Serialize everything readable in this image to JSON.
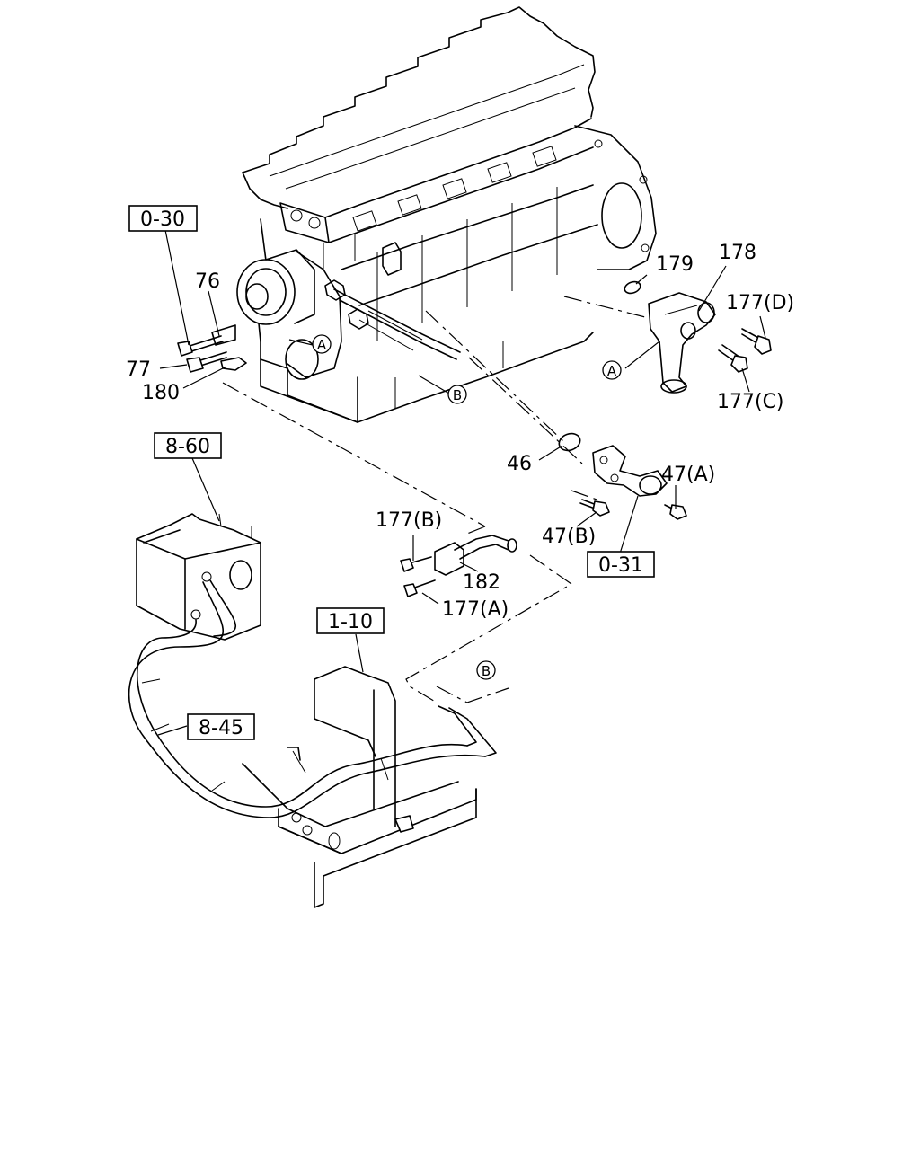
{
  "ref_boxes": {
    "r030": "0-30",
    "r860": "8-60",
    "r031": "0-31",
    "r110": "1-10",
    "r845": "8-45"
  },
  "parts": {
    "p76": "76",
    "p77": "77",
    "p180": "180",
    "p179": "179",
    "p178": "178",
    "p177d": "177(D)",
    "p177c": "177(C)",
    "p46": "46",
    "p47a": "47(A)",
    "p47b": "47(B)",
    "p177b": "177(B)",
    "p182": "182",
    "p177a": "177(A)"
  },
  "markers": {
    "a1": "A",
    "a2": "A",
    "b1": "B",
    "b2": "B"
  }
}
